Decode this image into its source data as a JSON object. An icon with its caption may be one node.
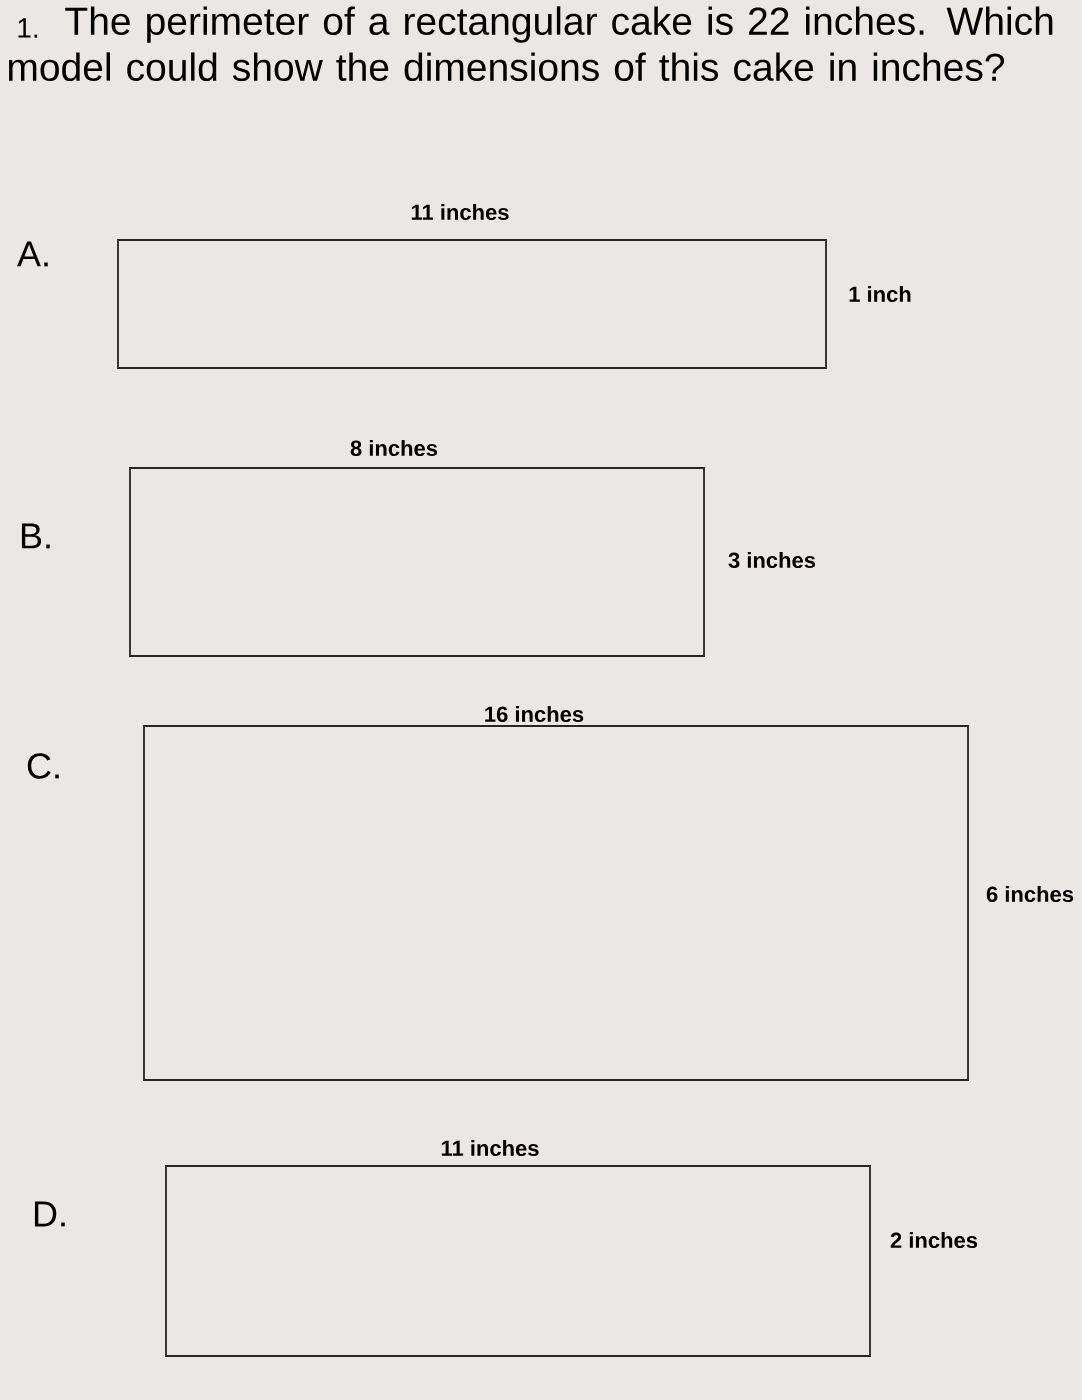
{
  "diagram": {
    "title": "The perimeter of a rectangular cake is 22 inches. Which model could show the dimensions of this cake in inches?",
    "nodes": [
      {
        "text": [],
        "shape": "box",
        "beside": [
          "11 inches",
          "1 inch"
        ]
      },
      {
        "text": [],
        "shape": "box",
        "beside": [
          "8 inches",
          "3 inches"
        ]
      },
      {
        "text": [],
        "shape": "box",
        "beside": [
          "16 inches",
          "6 inches"
        ]
      },
      {
        "text": [],
        "shape": "box",
        "beside": [
          "11 inches",
          "2 inches"
        ]
      }
    ],
    "labels": [
      "1.",
      "A.",
      "B.",
      "C.",
      "D."
    ]
  }
}
